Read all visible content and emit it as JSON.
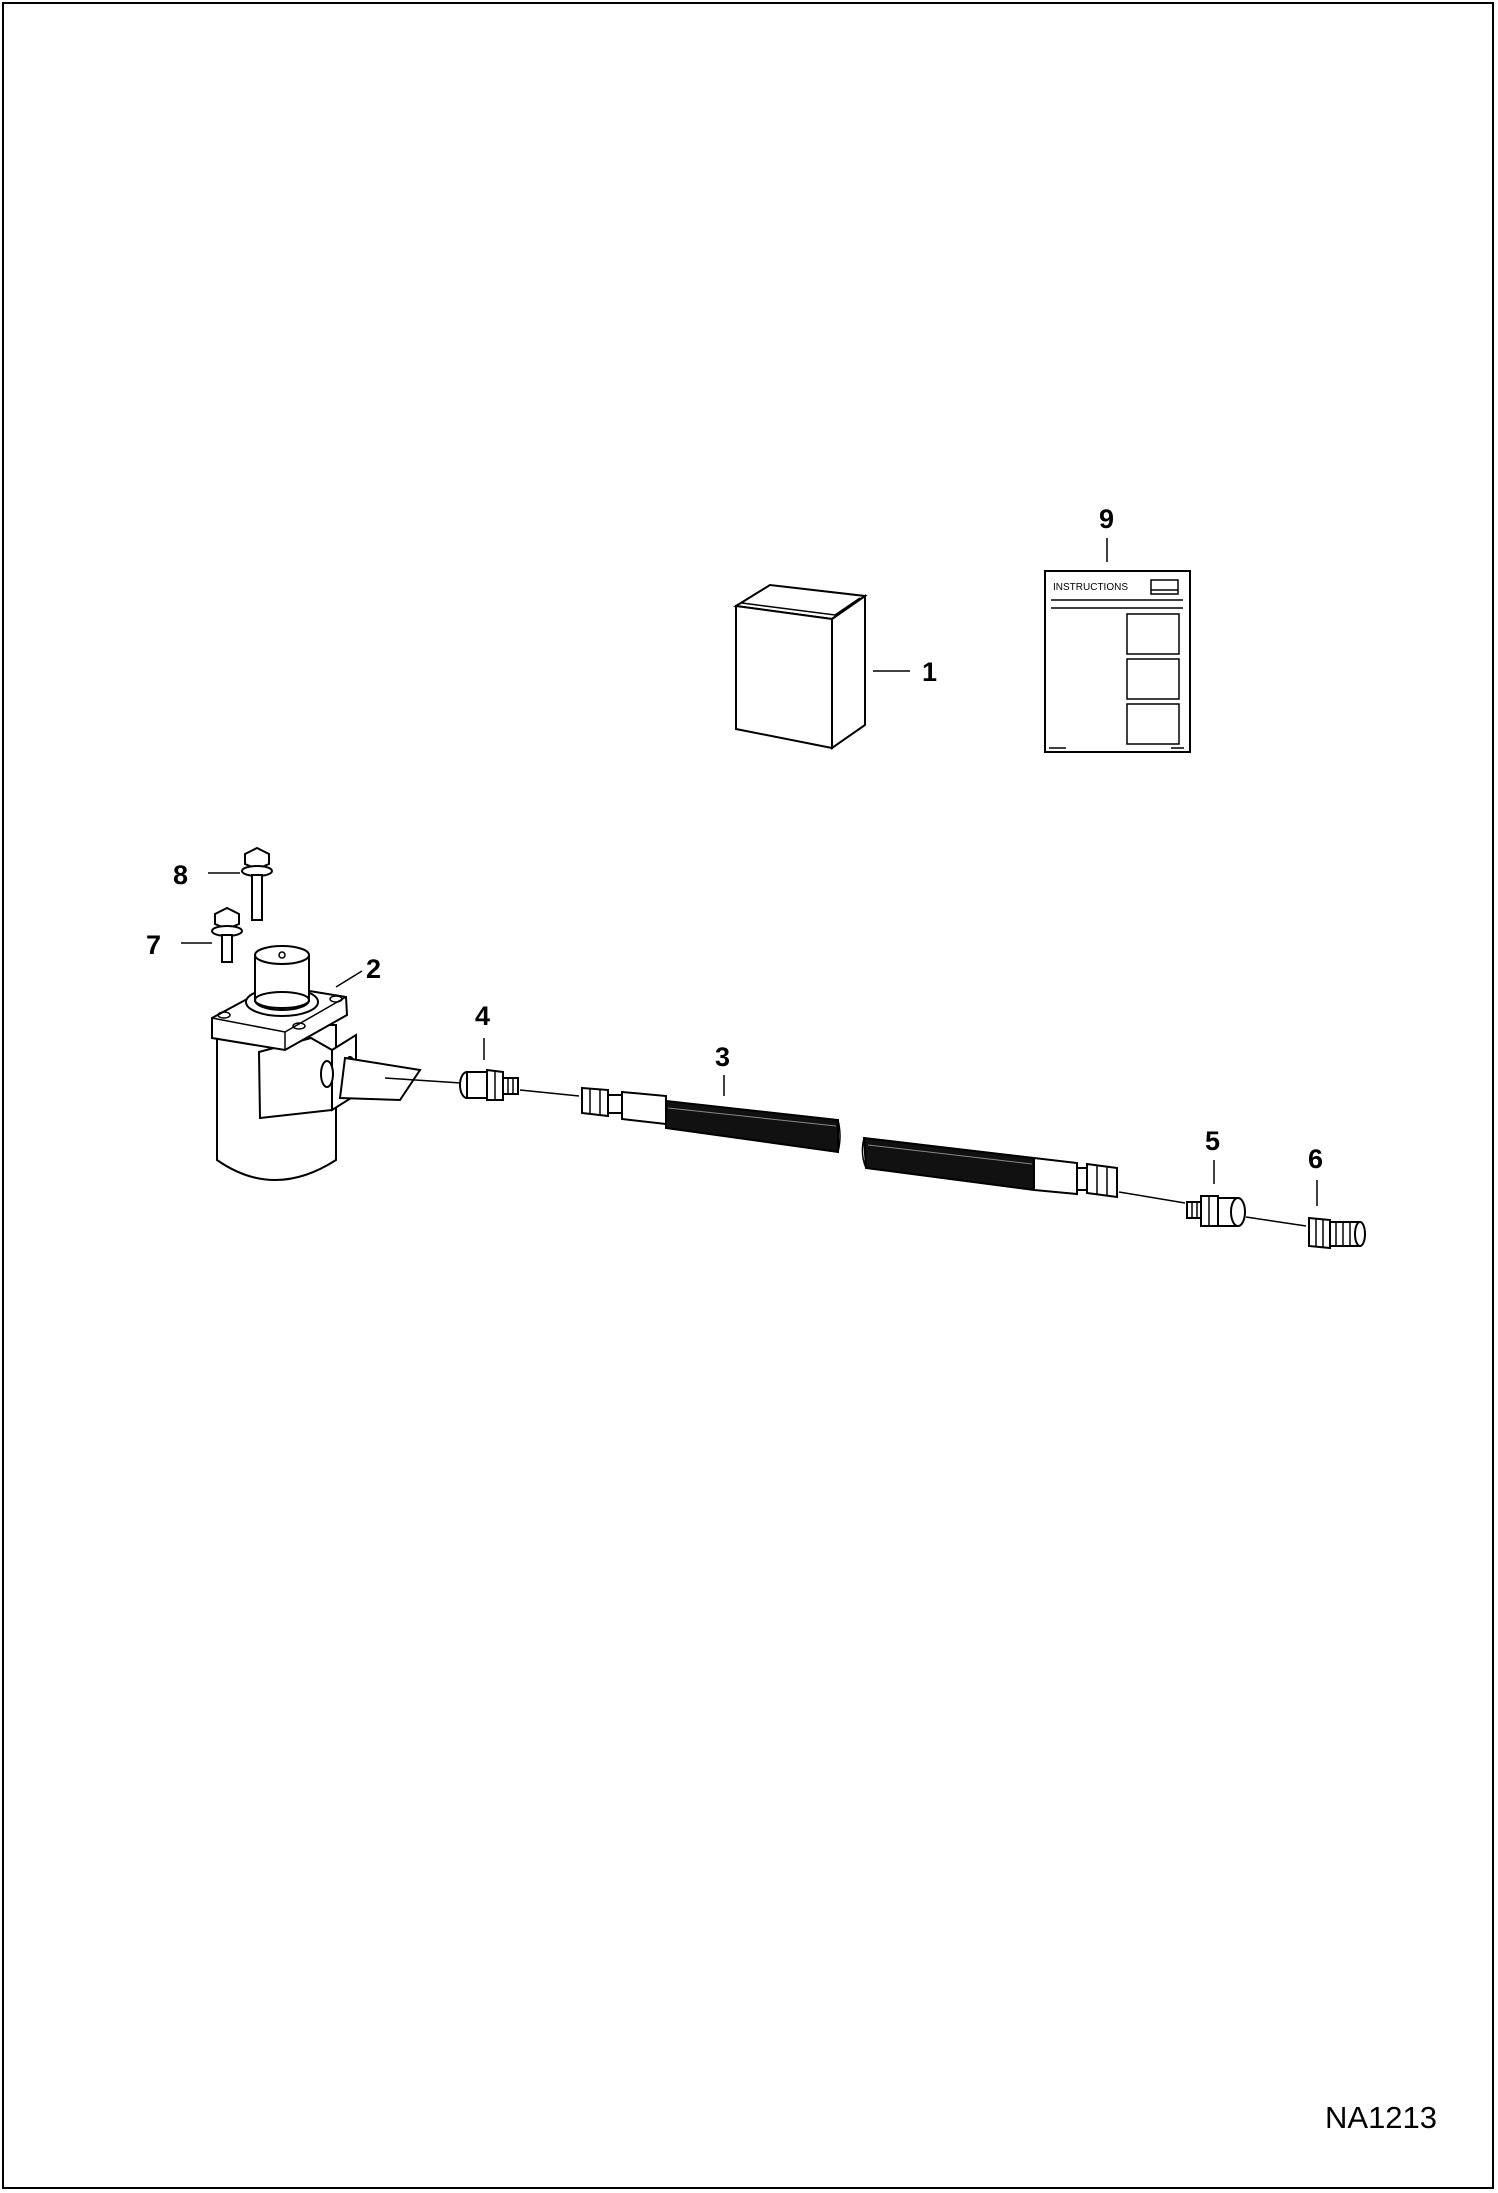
{
  "drawing_code": "NA1213",
  "instructions_label": "INSTRUCTIONS",
  "callouts": [
    {
      "id": "1",
      "label": "1"
    },
    {
      "id": "2",
      "label": "2"
    },
    {
      "id": "3",
      "label": "3"
    },
    {
      "id": "4",
      "label": "4"
    },
    {
      "id": "5",
      "label": "5"
    },
    {
      "id": "6",
      "label": "6"
    },
    {
      "id": "7",
      "label": "7"
    },
    {
      "id": "8",
      "label": "8"
    },
    {
      "id": "9",
      "label": "9"
    }
  ]
}
